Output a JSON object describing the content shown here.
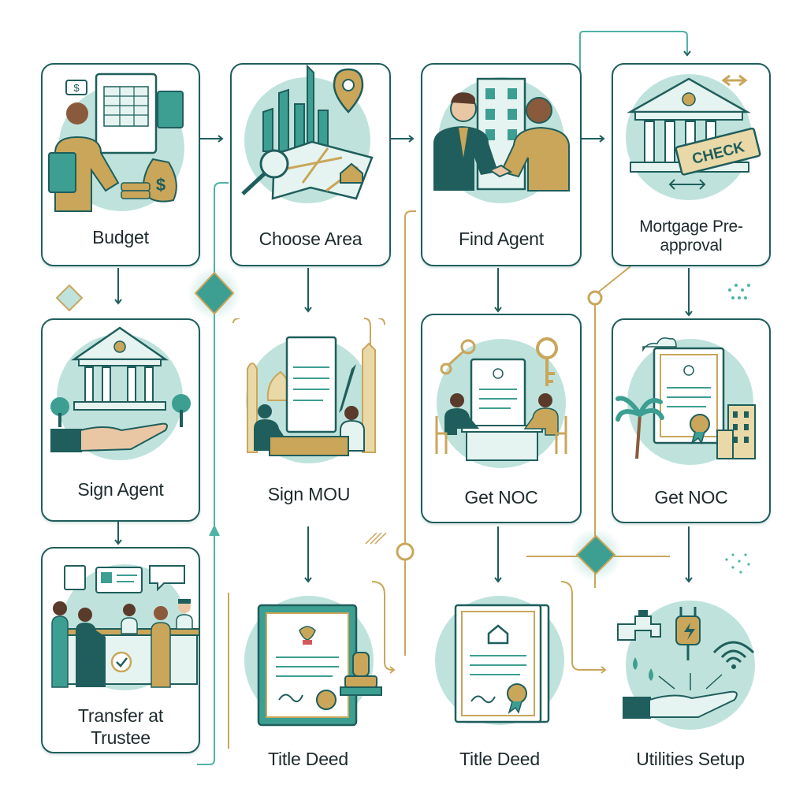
{
  "steps": [
    {
      "id": "budget",
      "label": "Budget",
      "icon": "budget-planning-icon"
    },
    {
      "id": "choose-area",
      "label": "Choose Area",
      "icon": "city-map-icon"
    },
    {
      "id": "find-agent",
      "label": "Find Agent",
      "icon": "handshake-icon"
    },
    {
      "id": "mortgage",
      "label": "Mortgage Pre-approval",
      "icon": "bank-check-icon",
      "badge": "CHECK"
    },
    {
      "id": "sign-agent",
      "label": "Sign Agent",
      "icon": "bank-hand-icon"
    },
    {
      "id": "sign-mou",
      "label": "Sign MOU",
      "icon": "contract-signing-icon"
    },
    {
      "id": "get-noc-1",
      "label": "Get NOC",
      "icon": "noc-meeting-icon"
    },
    {
      "id": "get-noc-2",
      "label": "Get NOC",
      "icon": "certificate-palm-icon"
    },
    {
      "id": "transfer",
      "label": "Transfer at Trustee",
      "icon": "trustee-office-icon"
    },
    {
      "id": "title-deed-1",
      "label": "Title Deed",
      "icon": "title-deed-stamp-icon"
    },
    {
      "id": "title-deed-2",
      "label": "Title Deed",
      "icon": "title-deed-house-icon"
    },
    {
      "id": "utilities",
      "label": "Utilities Setup",
      "icon": "utilities-icon"
    }
  ],
  "colors": {
    "teal": "#1f5e5c",
    "accent": "#4fb3a5",
    "gold": "#c9a65a",
    "mint": "#bfe3dc"
  }
}
